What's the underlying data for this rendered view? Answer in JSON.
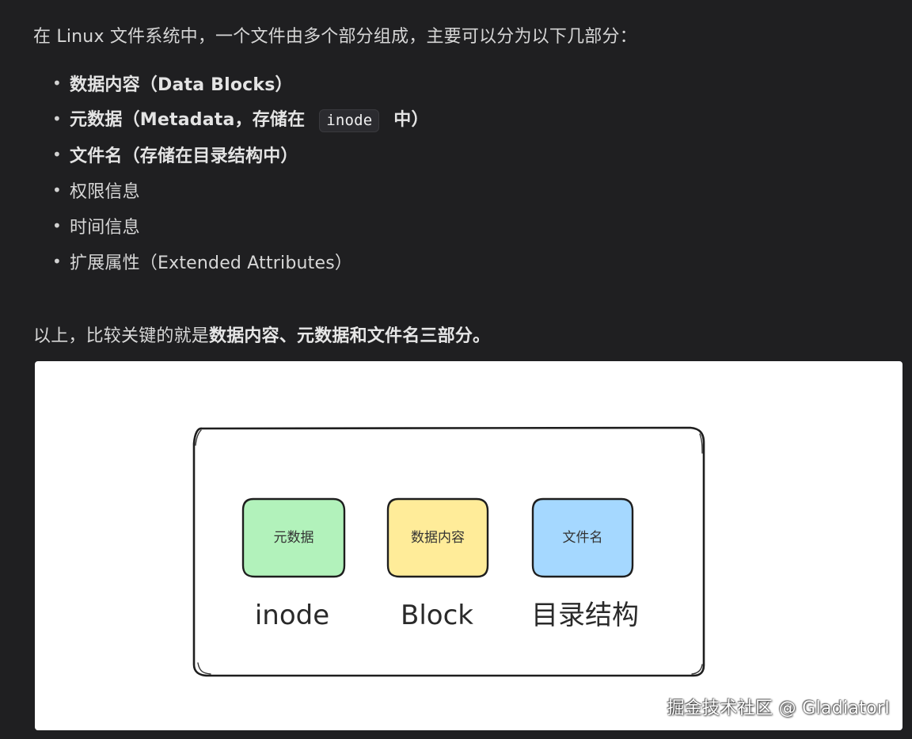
{
  "article": {
    "intro": "在 Linux 文件系统中，一个文件由多个部分组成，主要可以分为以下几部分：",
    "bullet_symbol": "•",
    "items": [
      {
        "text": "数据内容（Data Blocks）"
      },
      {
        "before": "元数据（Metadata，存储在 ",
        "code": "inode",
        "after": " 中）"
      },
      {
        "text": "文件名（存储在目录结构中）"
      },
      {
        "text": "权限信息"
      },
      {
        "text": "时间信息"
      },
      {
        "text": "扩展属性（Extended Attributes）"
      }
    ],
    "summary": {
      "prefix": "以上，比较关键的就是",
      "bold": "数据内容、元数据和文件名三部分。"
    }
  },
  "diagram": {
    "boxes": [
      {
        "label": "元数据",
        "caption": "inode",
        "fill": "#b2f2bb"
      },
      {
        "label": "数据内容",
        "caption": "Block",
        "fill": "#ffec99"
      },
      {
        "label": "文件名",
        "caption": "目录结构",
        "fill": "#a5d8ff"
      }
    ],
    "watermark": "掘金技术社区 @ GladiatorI"
  },
  "colors": {
    "page_background": "#1f1f21",
    "body_text": "#d7d7d7",
    "code_background": "#2b2b2f",
    "diagram_background": "#ffffff",
    "diagram_stroke": "#1e1e1e"
  }
}
